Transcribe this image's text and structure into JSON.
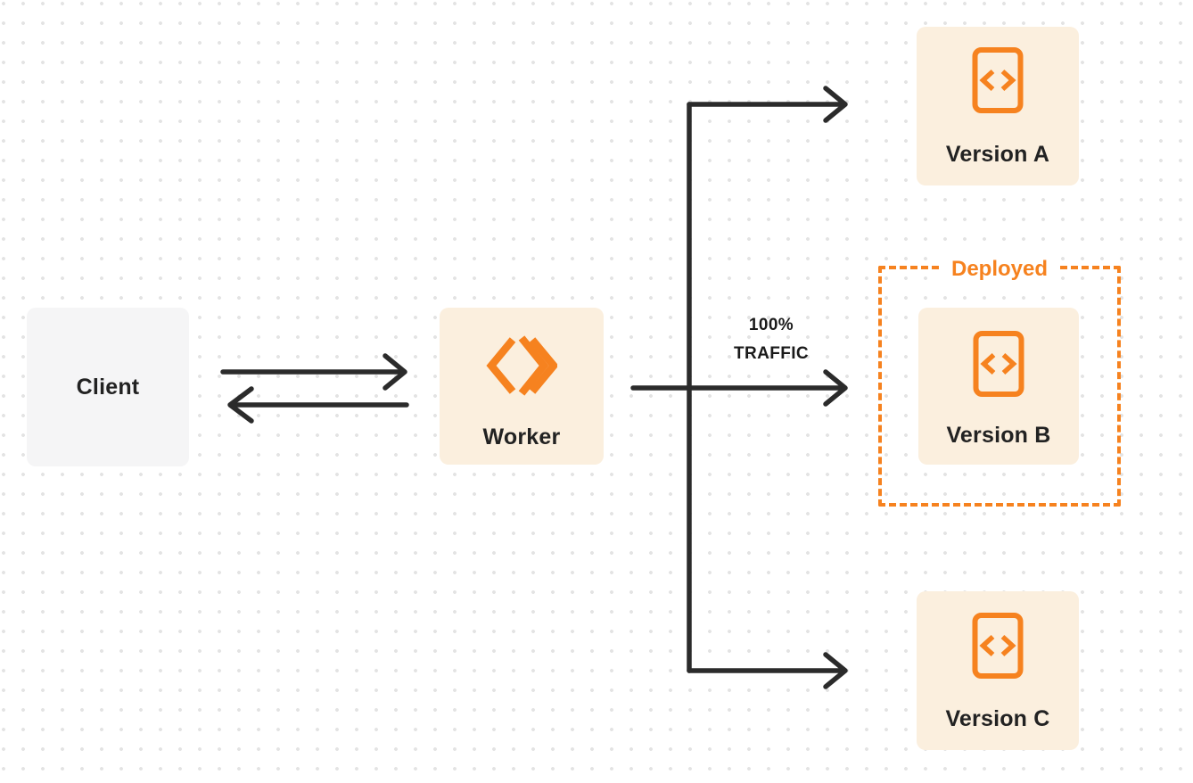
{
  "colors": {
    "accent": "#F6821F",
    "node_cream": "#FBEFDE",
    "node_gray": "#F5F5F6",
    "arrow": "#2B2B2B",
    "text_dark": "#222222",
    "dot": "#E3E3E3",
    "page": "#FFFFFF"
  },
  "nodes": {
    "client": {
      "label": "Client",
      "icon": null
    },
    "worker": {
      "label": "Worker",
      "icon": "cloudflare-workers-logo"
    },
    "version_a": {
      "label": "Version A",
      "icon": "code-file-icon"
    },
    "version_b": {
      "label": "Version B",
      "icon": "code-file-icon"
    },
    "version_c": {
      "label": "Version C",
      "icon": "code-file-icon"
    }
  },
  "labels": {
    "deployed": "Deployed",
    "traffic_line1": "100%",
    "traffic_line2": "TRAFFIC"
  },
  "edges": [
    {
      "from": "client",
      "to": "worker",
      "style": "arrow"
    },
    {
      "from": "worker",
      "to": "client",
      "style": "arrow"
    },
    {
      "from": "worker",
      "to": "version_a",
      "style": "arrow"
    },
    {
      "from": "worker",
      "to": "version_b",
      "style": "arrow",
      "label": "100% TRAFFIC"
    },
    {
      "from": "worker",
      "to": "version_c",
      "style": "arrow"
    }
  ]
}
